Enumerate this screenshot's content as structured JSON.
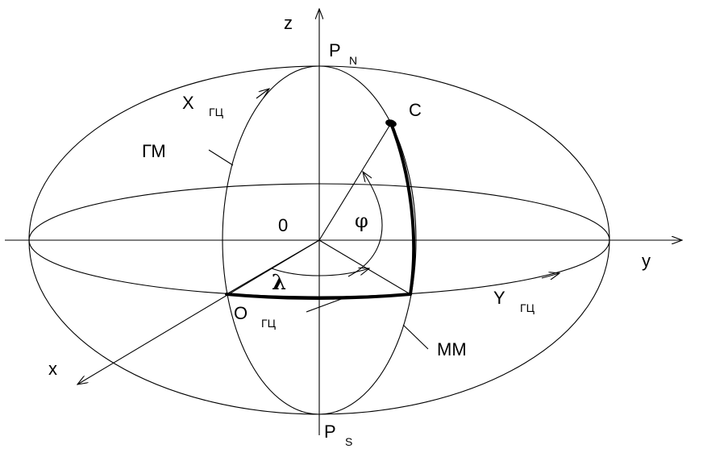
{
  "axes": {
    "z": "z",
    "y": "y",
    "x": "x"
  },
  "origin_label": "0",
  "poles": {
    "north": "P",
    "north_sub": "N",
    "south": "P",
    "south_sub": "S"
  },
  "point_c": "C",
  "angles": {
    "latitude": "φ",
    "longitude": "λ"
  },
  "greenwich": {
    "meridian_label": "ГМ",
    "x_label": "X",
    "x_sub": "ГЦ",
    "y_label": "Y",
    "y_sub": "ГЦ",
    "origin_label": "O",
    "origin_sub": "ГЦ"
  },
  "local_meridian_label": "MM"
}
